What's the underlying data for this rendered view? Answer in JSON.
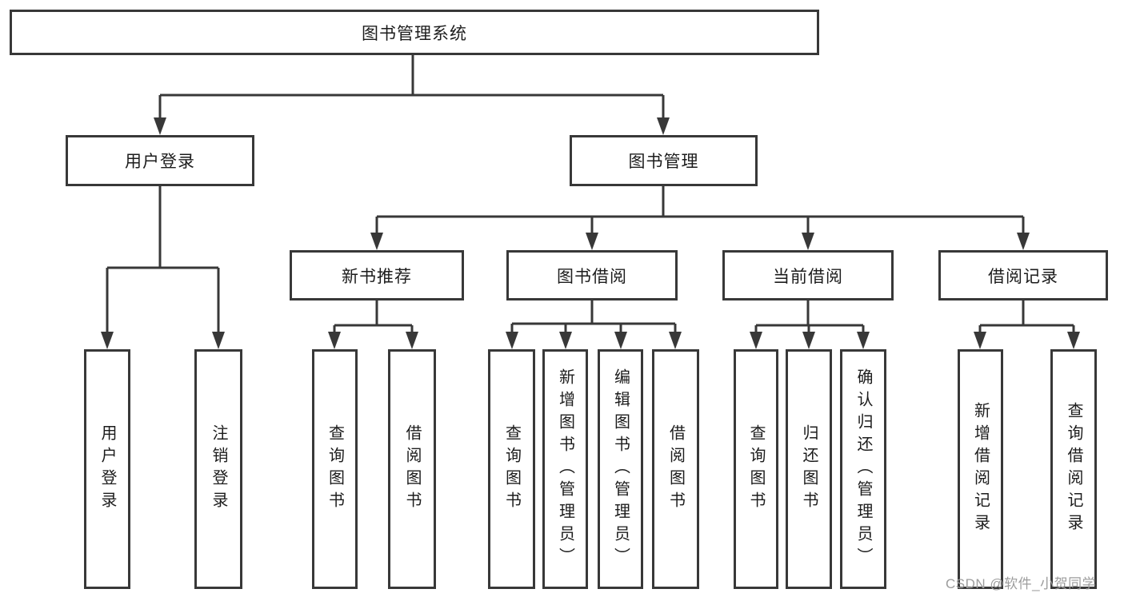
{
  "diagram": {
    "type": "tree",
    "tree": {
      "root": {
        "label": "图书管理系统"
      },
      "children": [
        {
          "label": "用户登录",
          "children": [
            {
              "label": "用户登录"
            },
            {
              "label": "注销登录"
            }
          ]
        },
        {
          "label": "图书管理",
          "children": [
            {
              "label": "新书推荐",
              "children": [
                {
                  "label": "查询图书"
                },
                {
                  "label": "借阅图书"
                }
              ]
            },
            {
              "label": "图书借阅",
              "children": [
                {
                  "label": "查询图书"
                },
                {
                  "label": "新增图书（管理员）"
                },
                {
                  "label": "编辑图书（管理员）"
                },
                {
                  "label": "借阅图书"
                }
              ]
            },
            {
              "label": "当前借阅",
              "children": [
                {
                  "label": "查询图书"
                },
                {
                  "label": "归还图书"
                },
                {
                  "label": "确认归还（管理员）"
                }
              ]
            },
            {
              "label": "借阅记录",
              "children": [
                {
                  "label": "新增借阅记录"
                },
                {
                  "label": "查询借阅记录"
                }
              ]
            }
          ]
        }
      ]
    },
    "colors": {
      "line": "#383838",
      "box_border": "#383838",
      "text": "#1c1c1c",
      "background": "#ffffff",
      "watermark": "#9d9d9d"
    }
  },
  "watermark": {
    "text": "CSDN @软件_小贺同学"
  }
}
